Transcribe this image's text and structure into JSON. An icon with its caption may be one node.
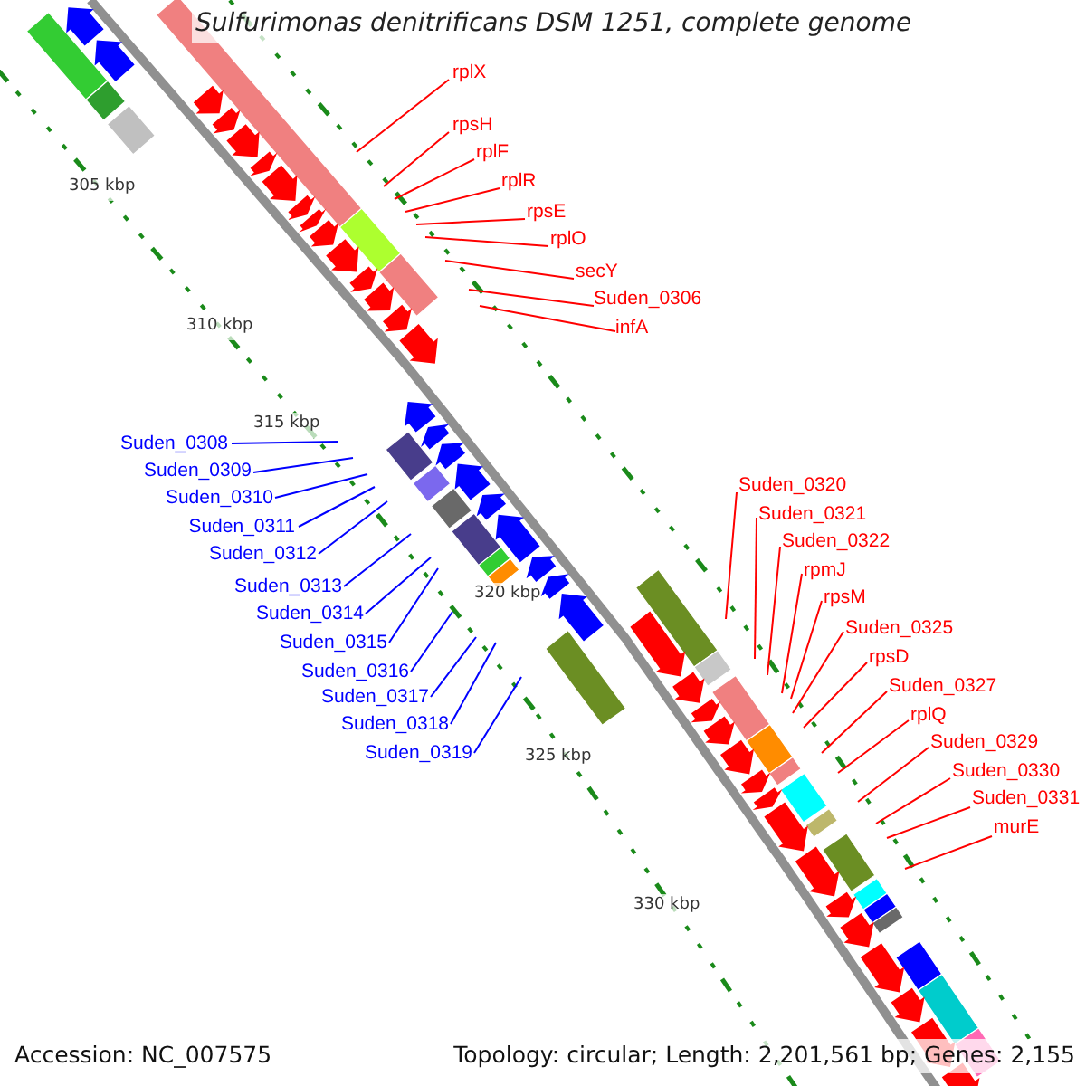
{
  "diagram": {
    "title": "Sulfurimonas denitrificans DSM 1251, complete genome",
    "nodes": [
      {
        "text": [
          "rplX"
        ]
      },
      {
        "text": [
          "rpsH"
        ]
      },
      {
        "text": [
          "rplF"
        ]
      },
      {
        "text": [
          "rplR"
        ]
      },
      {
        "text": [
          "rpsE"
        ]
      },
      {
        "text": [
          "rplO"
        ]
      },
      {
        "text": [
          "secY"
        ]
      },
      {
        "text": [
          "Suden_0306"
        ]
      },
      {
        "text": [
          "infA"
        ]
      },
      {
        "text": [
          "Suden_0308"
        ]
      },
      {
        "text": [
          "Suden_0309"
        ]
      },
      {
        "text": [
          "Suden_0310"
        ]
      },
      {
        "text": [
          "Suden_0311"
        ]
      },
      {
        "text": [
          "Suden_0312"
        ]
      },
      {
        "text": [
          "Suden_0313"
        ]
      },
      {
        "text": [
          "Suden_0314"
        ]
      },
      {
        "text": [
          "Suden_0315"
        ]
      },
      {
        "text": [
          "Suden_0316"
        ]
      },
      {
        "text": [
          "Suden_0317"
        ]
      },
      {
        "text": [
          "Suden_0318"
        ]
      },
      {
        "text": [
          "Suden_0319"
        ]
      },
      {
        "text": [
          "Suden_0320"
        ]
      },
      {
        "text": [
          "Suden_0321"
        ]
      },
      {
        "text": [
          "Suden_0322"
        ]
      },
      {
        "text": [
          "rpmJ"
        ]
      },
      {
        "text": [
          "rpsM"
        ]
      },
      {
        "text": [
          "Suden_0325"
        ]
      },
      {
        "text": [
          "rpsD"
        ]
      },
      {
        "text": [
          "Suden_0327"
        ]
      },
      {
        "text": [
          "rplQ"
        ]
      },
      {
        "text": [
          "Suden_0329"
        ]
      },
      {
        "text": [
          "Suden_0330"
        ]
      },
      {
        "text": [
          "Suden_0331"
        ]
      },
      {
        "text": [
          "murE"
        ]
      }
    ],
    "edges": [
      {
        "from": 0,
        "to": null,
        "arrow": "none"
      },
      {
        "from": 1,
        "to": null,
        "arrow": "none"
      },
      {
        "from": 2,
        "to": null,
        "arrow": "none"
      },
      {
        "from": 3,
        "to": null,
        "arrow": "none"
      },
      {
        "from": 4,
        "to": null,
        "arrow": "none"
      },
      {
        "from": 5,
        "to": null,
        "arrow": "none"
      },
      {
        "from": 6,
        "to": null,
        "arrow": "none"
      },
      {
        "from": 7,
        "to": null,
        "arrow": "none"
      },
      {
        "from": 8,
        "to": null,
        "arrow": "none"
      },
      {
        "from": 9,
        "to": null,
        "arrow": "none",
        "color": "#0000ff"
      },
      {
        "from": 10,
        "to": null,
        "arrow": "none",
        "color": "#0000ff"
      },
      {
        "from": 11,
        "to": null,
        "arrow": "none",
        "color": "#0000ff"
      },
      {
        "from": 12,
        "to": null,
        "arrow": "none",
        "color": "#0000ff"
      },
      {
        "from": 13,
        "to": null,
        "arrow": "none",
        "color": "#0000ff"
      },
      {
        "from": 14,
        "to": null,
        "arrow": "none",
        "color": "#0000ff"
      },
      {
        "from": 15,
        "to": null,
        "arrow": "none",
        "color": "#0000ff"
      },
      {
        "from": 16,
        "to": null,
        "arrow": "none",
        "color": "#0000ff"
      },
      {
        "from": 17,
        "to": null,
        "arrow": "none",
        "color": "#0000ff"
      },
      {
        "from": 18,
        "to": null,
        "arrow": "none",
        "color": "#0000ff"
      },
      {
        "from": 19,
        "to": null,
        "arrow": "none",
        "color": "#0000ff"
      },
      {
        "from": 20,
        "to": null,
        "arrow": "none",
        "color": "#0000ff"
      },
      {
        "from": 21,
        "to": null,
        "arrow": "none"
      },
      {
        "from": 22,
        "to": null,
        "arrow": "none"
      },
      {
        "from": 23,
        "to": null,
        "arrow": "none"
      },
      {
        "from": 24,
        "to": null,
        "arrow": "none"
      },
      {
        "from": 25,
        "to": null,
        "arrow": "none"
      },
      {
        "from": 26,
        "to": null,
        "arrow": "none"
      },
      {
        "from": 27,
        "to": null,
        "arrow": "none"
      },
      {
        "from": 28,
        "to": null,
        "arrow": "none"
      },
      {
        "from": 29,
        "to": null,
        "arrow": "none"
      },
      {
        "from": 30,
        "to": null,
        "arrow": "none"
      },
      {
        "from": 31,
        "to": null,
        "arrow": "none"
      },
      {
        "from": 32,
        "to": null,
        "arrow": "none"
      },
      {
        "from": 33,
        "to": null,
        "arrow": "none"
      }
    ],
    "labels": [
      "305 kbp",
      "310 kbp",
      "315 kbp",
      "320 kbp",
      "325 kbp",
      "330 kbp",
      "Accession: NC_007575",
      "Topology: circular; Length: 2,201,561 bp; Genes: 2,155"
    ]
  }
}
